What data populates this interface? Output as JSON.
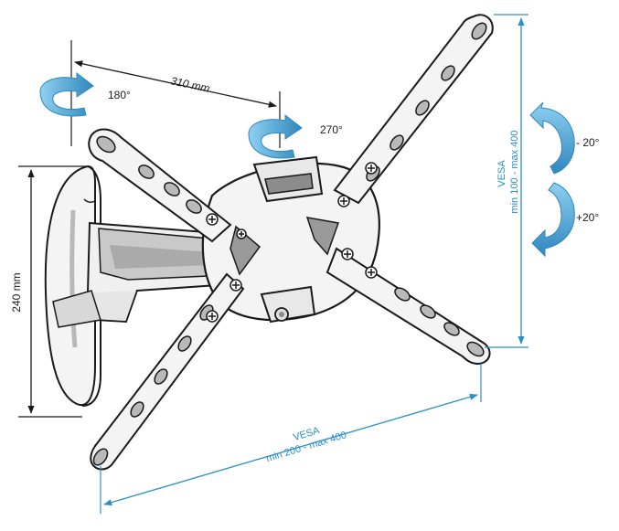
{
  "labels": {
    "horizontal_span": "310 mm",
    "rotate_left": "180°",
    "rotate_right": "270°",
    "height": "240 mm",
    "tilt_up": "- 20°",
    "tilt_down": "+20°",
    "vesa_vertical_title": "VESA",
    "vesa_vertical_range": "min 100 - max 400",
    "vesa_horizontal_title": "VESA",
    "vesa_horizontal_range": "min 200 - max 400"
  },
  "colors": {
    "line": "#1a1a1a",
    "accent": "#2a8fc7",
    "arrow_fill": "#5ab4e0",
    "arrow_dark": "#2f87bd",
    "metal": "#f2f2f2",
    "shadow": "#b9b9b9"
  }
}
